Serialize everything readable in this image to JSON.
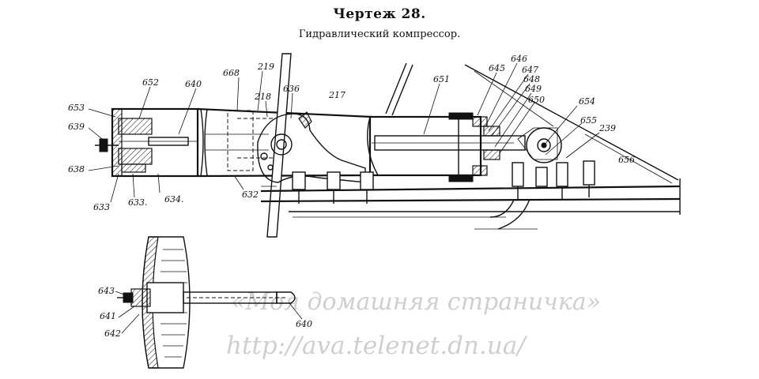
{
  "title": "Чертеж 28.",
  "subtitle": "Гидравлический компрессор.",
  "watermark": {
    "line1": "«Моя домашняя страничка»",
    "line2": "http://ava.telenet.dn.ua/"
  },
  "labels": {
    "652": "652",
    "640a": "640",
    "668": "668",
    "219": "219",
    "218": "218",
    "636": "636",
    "217": "217",
    "651": "651",
    "645": "645",
    "646": "646",
    "647": "647",
    "648": "648",
    "649": "649",
    "650": "650",
    "654": "654",
    "655": "655",
    "239": "239",
    "656": "656",
    "653": "653",
    "639": "639",
    "638": "638",
    "633a": "633",
    "633b": "633.",
    "634": "634.",
    "632": "632",
    "643": "643",
    "641": "641",
    "642": "642",
    "640b": "640"
  },
  "colors": {
    "ink": "#111111",
    "watermark": "#cfcfcf",
    "paper": "#ffffff"
  }
}
